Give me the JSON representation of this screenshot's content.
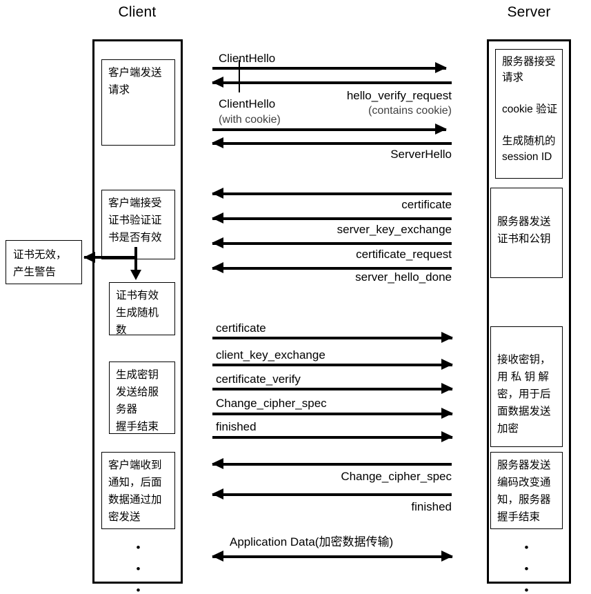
{
  "diagram": {
    "title_client": "Client",
    "title_server": "Server"
  },
  "client": {
    "notes": [
      {
        "name": "client-send-request",
        "lines": [
          "客户端发送",
          "请求"
        ]
      },
      {
        "name": "client-verify-cert",
        "lines": [
          "客户端接受",
          "证书验证证",
          "书是否有效"
        ]
      },
      {
        "name": "cert-valid-random",
        "lines": [
          "证书有效",
          "生成随机",
          "数"
        ]
      },
      {
        "name": "gen-key-send",
        "lines": [
          "生成密钥",
          "发送给服",
          "务器",
          "握手结束"
        ]
      },
      {
        "name": "client-notified",
        "lines": [
          "客户端收到",
          "通知，后面",
          "数据通过加",
          "密发送"
        ]
      }
    ],
    "dots": [
      "•",
      "•",
      "•"
    ]
  },
  "server": {
    "notes": [
      {
        "name": "server-accept-request",
        "lines": [
          "服务器接受",
          "请求",
          "",
          "cookie 验证",
          "",
          "生成随机的",
          "session ID"
        ]
      },
      {
        "name": "server-send-cert",
        "lines": [
          "服务器发送",
          "证书和公钥"
        ]
      },
      {
        "name": "server-receive-key",
        "lines": [
          "接收密钥，",
          "用 私 钥 解",
          "密，用于后",
          "面数据发送",
          "加密"
        ]
      },
      {
        "name": "server-change-cipher",
        "lines": [
          "服务器发送",
          "编码改变通",
          "知，服务器",
          "握手结束"
        ]
      }
    ],
    "dots": [
      "•",
      "•",
      "•"
    ]
  },
  "warning": {
    "name": "cert-invalid-alert",
    "lines": [
      "证书无效，",
      "产生警告"
    ]
  },
  "messages": [
    {
      "id": "m1",
      "label": "ClientHello",
      "sub": "",
      "dir": "right",
      "align": "left"
    },
    {
      "id": "m2",
      "label": "hello_verify_request",
      "sub": "(contains cookie)",
      "dir": "left",
      "align": "right"
    },
    {
      "id": "m3",
      "label": "ClientHello",
      "sub": "(with cookie)",
      "dir": "right",
      "align": "left"
    },
    {
      "id": "m4",
      "label": "ServerHello",
      "sub": "",
      "dir": "left",
      "align": "right"
    },
    {
      "id": "m5",
      "label": "certificate",
      "sub": "",
      "dir": "left",
      "align": "right"
    },
    {
      "id": "m6",
      "label": "server_key_exchange",
      "sub": "",
      "dir": "left",
      "align": "right"
    },
    {
      "id": "m7",
      "label": "certificate_request",
      "sub": "",
      "dir": "left",
      "align": "right"
    },
    {
      "id": "m8",
      "label": "server_hello_done",
      "sub": "",
      "dir": "left",
      "align": "right"
    },
    {
      "id": "m9",
      "label": "certificate",
      "sub": "",
      "dir": "right",
      "align": "left"
    },
    {
      "id": "m10",
      "label": "client_key_exchange",
      "sub": "",
      "dir": "right",
      "align": "left"
    },
    {
      "id": "m11",
      "label": "certificate_verify",
      "sub": "",
      "dir": "right",
      "align": "left"
    },
    {
      "id": "m12",
      "label": "Change_cipher_spec",
      "sub": "",
      "dir": "right",
      "align": "left"
    },
    {
      "id": "m13",
      "label": "finished",
      "sub": "",
      "dir": "right",
      "align": "left"
    },
    {
      "id": "m14",
      "label": "Change_cipher_spec",
      "sub": "",
      "dir": "left",
      "align": "right"
    },
    {
      "id": "m15",
      "label": "finished",
      "sub": "",
      "dir": "left",
      "align": "right"
    },
    {
      "id": "m16",
      "label": "Application Data(加密数据传输)",
      "sub": "",
      "dir": "both",
      "align": "left"
    }
  ],
  "colors": {
    "stroke": "#000000",
    "background": "#ffffff",
    "sub_text": "#3f3f3f"
  }
}
